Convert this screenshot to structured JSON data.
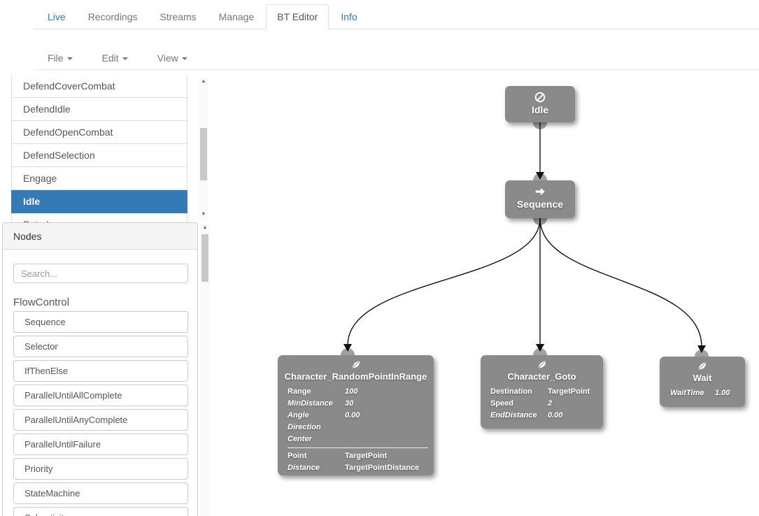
{
  "tabs": {
    "items": [
      {
        "label": "Live",
        "state": "link"
      },
      {
        "label": "Recordings",
        "state": "muted"
      },
      {
        "label": "Streams",
        "state": "muted"
      },
      {
        "label": "Manage",
        "state": "muted"
      },
      {
        "label": "BT Editor",
        "state": "active"
      },
      {
        "label": "Info",
        "state": "link"
      }
    ]
  },
  "menubar": {
    "items": [
      {
        "label": "File"
      },
      {
        "label": "Edit"
      },
      {
        "label": "View"
      }
    ]
  },
  "behavior_list": {
    "items": [
      {
        "label": "DefendCoverCombat",
        "selected": false
      },
      {
        "label": "DefendIdle",
        "selected": false
      },
      {
        "label": "DefendOpenCombat",
        "selected": false
      },
      {
        "label": "DefendSelection",
        "selected": false
      },
      {
        "label": "Engage",
        "selected": false
      },
      {
        "label": "Idle",
        "selected": true
      },
      {
        "label": "Patrol",
        "selected": false
      }
    ]
  },
  "nodes_panel": {
    "title": "Nodes",
    "search_placeholder": "Search...",
    "section_heading": "FlowControl",
    "items": [
      "Sequence",
      "Selector",
      "IfThenElse",
      "ParallelUntilAllComplete",
      "ParallelUntilAnyComplete",
      "ParallelUntilFailure",
      "Priority",
      "StateMachine",
      "Subactivity"
    ]
  },
  "graph": {
    "nodes": [
      {
        "title": "Idle",
        "icon": "ban-icon"
      },
      {
        "title": "Sequence",
        "icon": "arrow-right-icon"
      },
      {
        "title": "Character_RandomPointInRange",
        "icon": "leaf-icon",
        "properties": [
          {
            "name": "Range",
            "value": "100"
          },
          {
            "name": "MinDistance",
            "value": "30"
          },
          {
            "name": "Angle",
            "value": "0.00"
          },
          {
            "name": "Direction",
            "value": ""
          },
          {
            "name": "Center",
            "value": ""
          },
          {
            "name": "Point",
            "value": "TargetPoint"
          },
          {
            "name": "Distance",
            "value": "TargetPointDistance"
          }
        ]
      },
      {
        "title": "Character_Goto",
        "icon": "leaf-icon",
        "properties": [
          {
            "name": "Destination",
            "value": "TargetPoint"
          },
          {
            "name": "Speed",
            "value": "2"
          },
          {
            "name": "EndDistance",
            "value": "0.00"
          }
        ]
      },
      {
        "title": "Wait",
        "icon": "leaf-icon",
        "properties": [
          {
            "name": "WaitTime",
            "value": "1.00"
          }
        ]
      }
    ]
  },
  "colors": {
    "accent_blue": "#337ab7",
    "node_fill": "#8a8a8a",
    "connector_gray": "#a2a2a2",
    "border_gray": "#dddddd"
  }
}
